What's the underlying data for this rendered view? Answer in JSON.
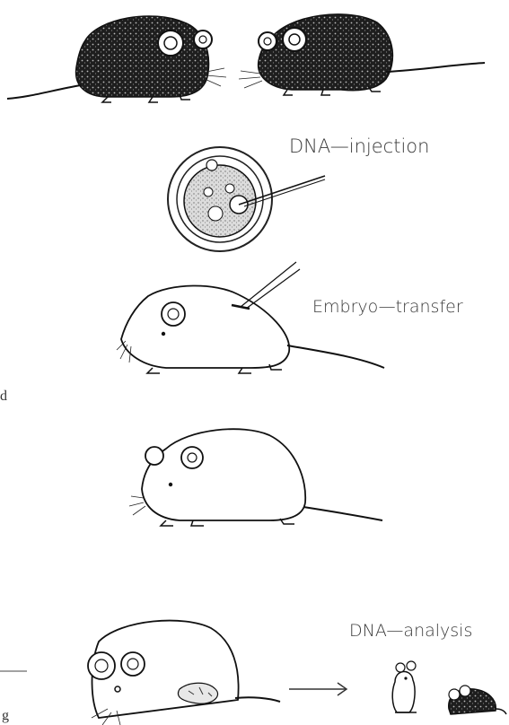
{
  "steps": {
    "injection_label": "DNA—injection",
    "transfer_label": "Embryo—transfer",
    "analysis_label": "DNA—analysis"
  },
  "margin": {
    "char_top": "d",
    "char_bottom": "g"
  },
  "colors": {
    "ink": "#1a1a1a",
    "fur_dark": "#2b2b2b",
    "paper": "#ffffff"
  }
}
